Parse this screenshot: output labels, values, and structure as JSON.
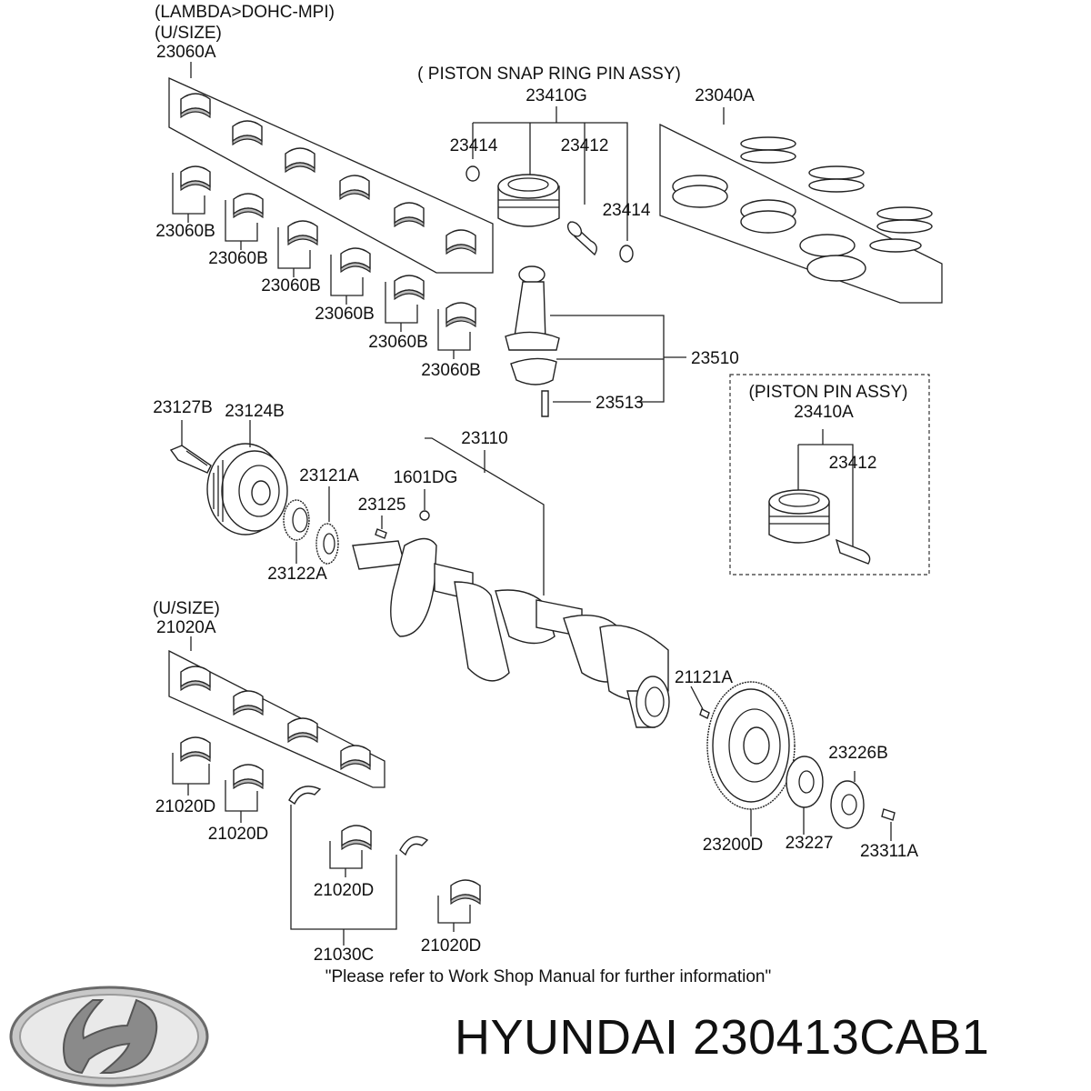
{
  "header": {
    "engine": "(LAMBDA>DOHC-MPI)",
    "usize_top": "(U/SIZE)",
    "usize_bottom": "(U/SIZE)"
  },
  "groups": {
    "piston_snap_ring_pin_assy": "( PISTON  SNAP RING  PIN ASSY)",
    "piston_pin_assy": "(PISTON  PIN ASSY)"
  },
  "parts": {
    "p23060A": "23060A",
    "p23060B": "23060B",
    "p23410G": "23410G",
    "p23414": "23414",
    "p23412": "23412",
    "p23040A": "23040A",
    "p23510": "23510",
    "p23513": "23513",
    "p23410A": "23410A",
    "p23127B": "23127B",
    "p23124B": "23124B",
    "p23110": "23110",
    "p23121A": "23121A",
    "p1601DG": "1601DG",
    "p23125": "23125",
    "p23122A": "23122A",
    "p21020A": "21020A",
    "p21020D": "21020D",
    "p21121A": "21121A",
    "p23226B": "23226B",
    "p23200D": "23200D",
    "p23227": "23227",
    "p23311A": "23311A",
    "p21030C": "21030C"
  },
  "footer": {
    "note": "\"Please refer to Work Shop Manual for further information\"",
    "part_title": "HYUNDAI 230413CAB1"
  },
  "logo": {
    "brand": "Hyundai"
  }
}
